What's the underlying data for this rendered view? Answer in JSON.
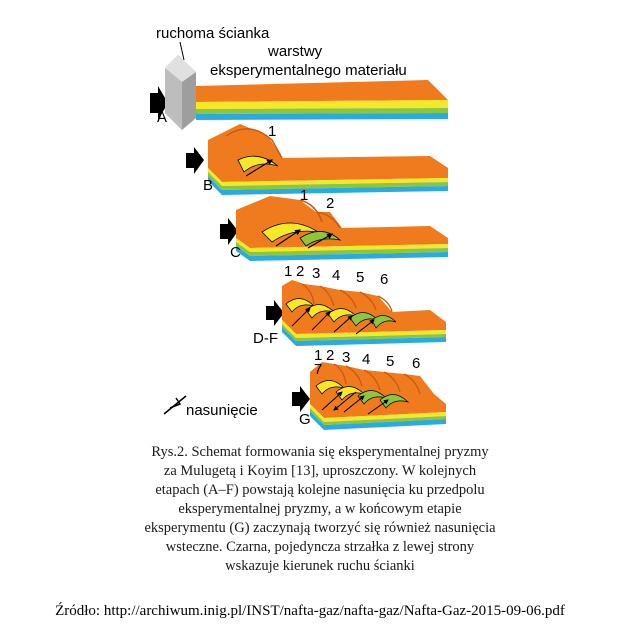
{
  "labels": {
    "wall": "ruchoma ścianka",
    "layers_line1": "warstwy",
    "layers_line2": "eksperymentalnego materiału",
    "thrust_legend": "nasunięcie"
  },
  "stages": [
    {
      "id": "A",
      "label": "A",
      "numbers": []
    },
    {
      "id": "B",
      "label": "B",
      "numbers": [
        "1"
      ]
    },
    {
      "id": "C",
      "label": "C",
      "numbers": [
        "1",
        "2"
      ]
    },
    {
      "id": "D-F",
      "label": "D-F",
      "numbers": [
        "1",
        "2",
        "3",
        "4",
        "5",
        "6"
      ]
    },
    {
      "id": "G",
      "label": "G",
      "numbers": [
        "7",
        "1",
        "2",
        "3",
        "4",
        "5",
        "6"
      ]
    }
  ],
  "colors": {
    "orange": "#F07A1E",
    "orange_dark": "#C85A10",
    "yellow": "#F5E829",
    "green": "#8CC63F",
    "blue": "#29ABE2",
    "wall": "#BDBDBD"
  },
  "caption": [
    "Rys.2. Schemat formowania się eksperymentalnej pryzmy",
    "za Mulugetą i Koyim [13], uproszczony. W kolejnych",
    "etapach (A–F) powstają kolejne nasunięcia ku przedpolu",
    "eksperymentalnej pryzmy, a w końcowym etapie",
    "eksperymentu (G) zaczynają tworzyć się również nasunięcia",
    "wsteczne. Czarna, pojedyncza strzałka z lewej strony",
    "wskazuje kierunek ruchu ścianki"
  ],
  "source": "Źródło: http://archiwum.inig.pl/INST/nafta-gaz/nafta-gaz/Nafta-Gaz-2015-09-06.pdf"
}
